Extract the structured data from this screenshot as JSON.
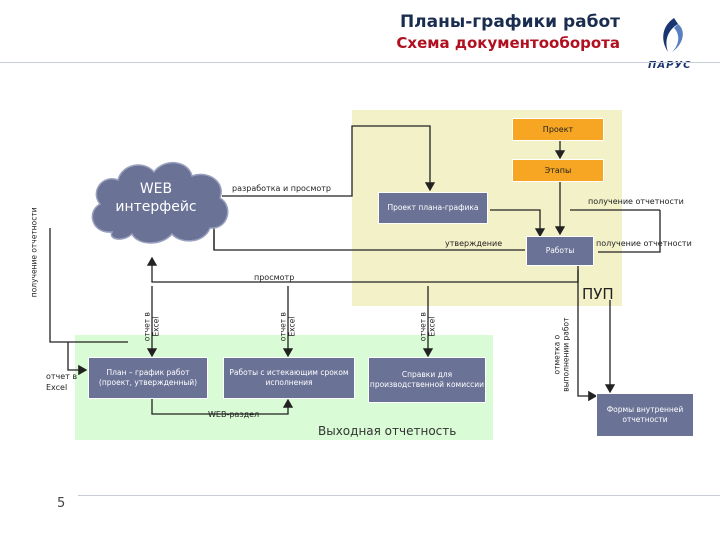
{
  "header": {
    "title": "Планы-графики работ",
    "subtitle": "Схема документооборота",
    "logo_text": "ПАРУС"
  },
  "zones": {
    "pup_label": "ПУП",
    "output_label": "Выходная отчетность"
  },
  "nodes": {
    "web_title": "WEB",
    "web_subtitle": "интерфейс",
    "project": "Проект",
    "stages": "Этапы",
    "plan_project": "Проект плана-графика",
    "works": "Работы",
    "plan_schedule": "План – график работ (проект, утвержденный)",
    "expiring_works": "Работы с истекающим сроком исполнения",
    "commission_reports": "Справки для производственной комиссии",
    "internal_forms": "Формы внутренней отчетности"
  },
  "edges": {
    "dev_review": "разработка и просмотр",
    "approval": "утверждение",
    "get_reports_1": "получение отчетности",
    "get_reports_2": "получение отчетности",
    "view": "просмотр",
    "web_section": "WEB-раздел",
    "report_excel_left": "отчет в Excel",
    "report_excel_1": "отчет в Excel",
    "report_excel_2": "отчет в Excel",
    "report_excel_3": "отчет в Excel",
    "get_reports_vertical": "получение отчетности",
    "work_mark": "отметка о выполнении работ"
  },
  "page": {
    "number": "5"
  },
  "colors": {
    "box": "#6a7296",
    "orange": "#f6a623",
    "pup_zone": "#f3f1c8",
    "output_zone": "#d9fbd5",
    "title": "#1a2d4f",
    "subtitle": "#b01020"
  },
  "icons": {
    "logo": "parus-logo-icon",
    "cloud": "cloud-shape"
  }
}
